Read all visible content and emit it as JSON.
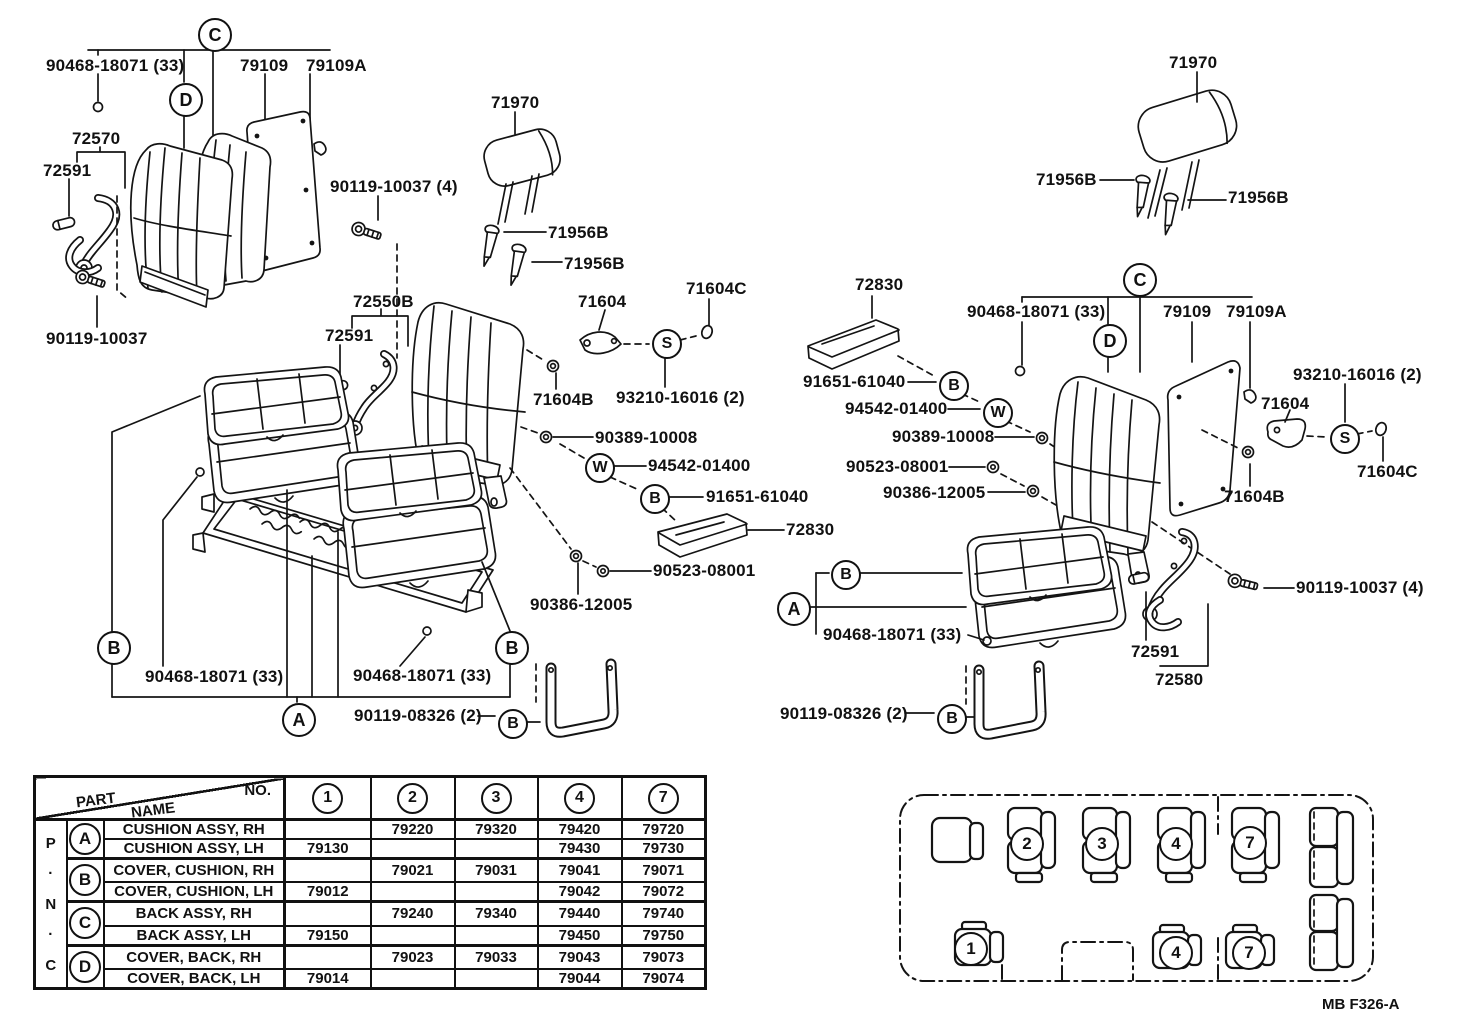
{
  "doc": {
    "footer_code": "MB F326-A"
  },
  "markers": {
    "a": "A",
    "b": "B",
    "c": "C",
    "d": "D",
    "s": "S",
    "w": "W"
  },
  "left_diagram": {
    "callouts": [
      "90468-18071 (33)",
      "79109",
      "79109A",
      "72570",
      "72591",
      "90119-10037 (4)",
      "90119-10037",
      "72550B",
      "72591",
      "71970",
      "71956B",
      "71956B",
      "71604",
      "71604C",
      "71604B",
      "93210-16016 (2)",
      "90389-10008",
      "94542-01400",
      "91651-61040",
      "72830",
      "90523-08001",
      "90386-12005",
      "90468-18071 (33)",
      "90468-18071 (33)",
      "90119-08326 (2)"
    ]
  },
  "right_diagram": {
    "callouts": [
      "71970",
      "71956B",
      "71956B",
      "72830",
      "90468-18071 (33)",
      "79109",
      "79109A",
      "91651-61040",
      "94542-01400",
      "90389-10008",
      "90523-08001",
      "90386-12005",
      "93210-16016 (2)",
      "71604",
      "71604C",
      "71604B",
      "90468-18071 (33)",
      "90119-10037 (4)",
      "72591",
      "72580",
      "90119-08326 (2)"
    ]
  },
  "table": {
    "corner": {
      "no": "NO.",
      "part": "PART",
      "name": "NAME"
    },
    "columns": [
      "1",
      "2",
      "3",
      "4",
      "7"
    ],
    "pnc": [
      "P",
      "·",
      "N",
      "·",
      "C"
    ],
    "groups": [
      {
        "letter": "A",
        "rows": [
          {
            "name": "CUSHION ASSY, RH",
            "values": [
              "",
              "79220",
              "79320",
              "79420",
              "79720"
            ]
          },
          {
            "name": "CUSHION ASSY, LH",
            "values": [
              "79130",
              "",
              "",
              "79430",
              "79730"
            ]
          }
        ]
      },
      {
        "letter": "B",
        "rows": [
          {
            "name": "COVER, CUSHION, RH",
            "values": [
              "",
              "79021",
              "79031",
              "79041",
              "79071"
            ]
          },
          {
            "name": "COVER, CUSHION, LH",
            "values": [
              "79012",
              "",
              "",
              "79042",
              "79072"
            ]
          }
        ]
      },
      {
        "letter": "C",
        "rows": [
          {
            "name": "BACK ASSY, RH",
            "values": [
              "",
              "79240",
              "79340",
              "79440",
              "79740"
            ]
          },
          {
            "name": "BACK ASSY, LH",
            "values": [
              "79150",
              "",
              "",
              "79450",
              "79750"
            ]
          }
        ]
      },
      {
        "letter": "D",
        "rows": [
          {
            "name": "COVER, BACK, RH",
            "values": [
              "",
              "79023",
              "79033",
              "79043",
              "79073"
            ]
          },
          {
            "name": "COVER, BACK, LH",
            "values": [
              "79014",
              "",
              "",
              "79044",
              "79074"
            ]
          }
        ]
      }
    ]
  },
  "van_layout": {
    "seats_top": [
      "2",
      "3",
      "4",
      "7"
    ],
    "seats_bottom": [
      "1",
      "4",
      "7"
    ]
  }
}
